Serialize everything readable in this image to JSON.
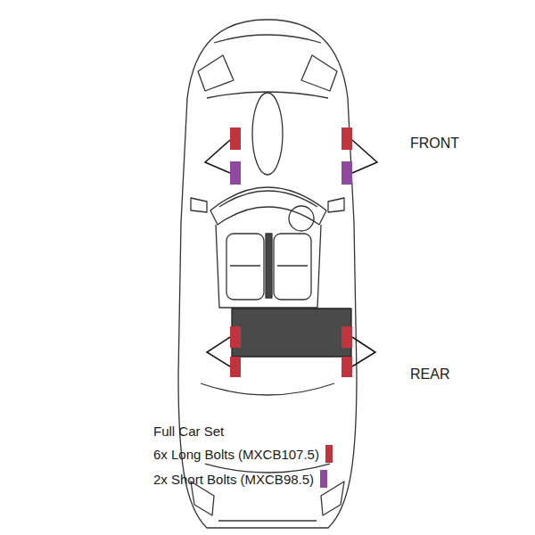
{
  "diagram": {
    "title": "Full Car Set",
    "labels": [
      "FRONT",
      "REAR"
    ],
    "legend": [
      {
        "text": "6x Long Bolts (MXCB107.5)",
        "color": "#c0343e"
      },
      {
        "text": "2x Short Bolts (MXCB98.5)",
        "color": "#8f4a9f"
      }
    ]
  }
}
